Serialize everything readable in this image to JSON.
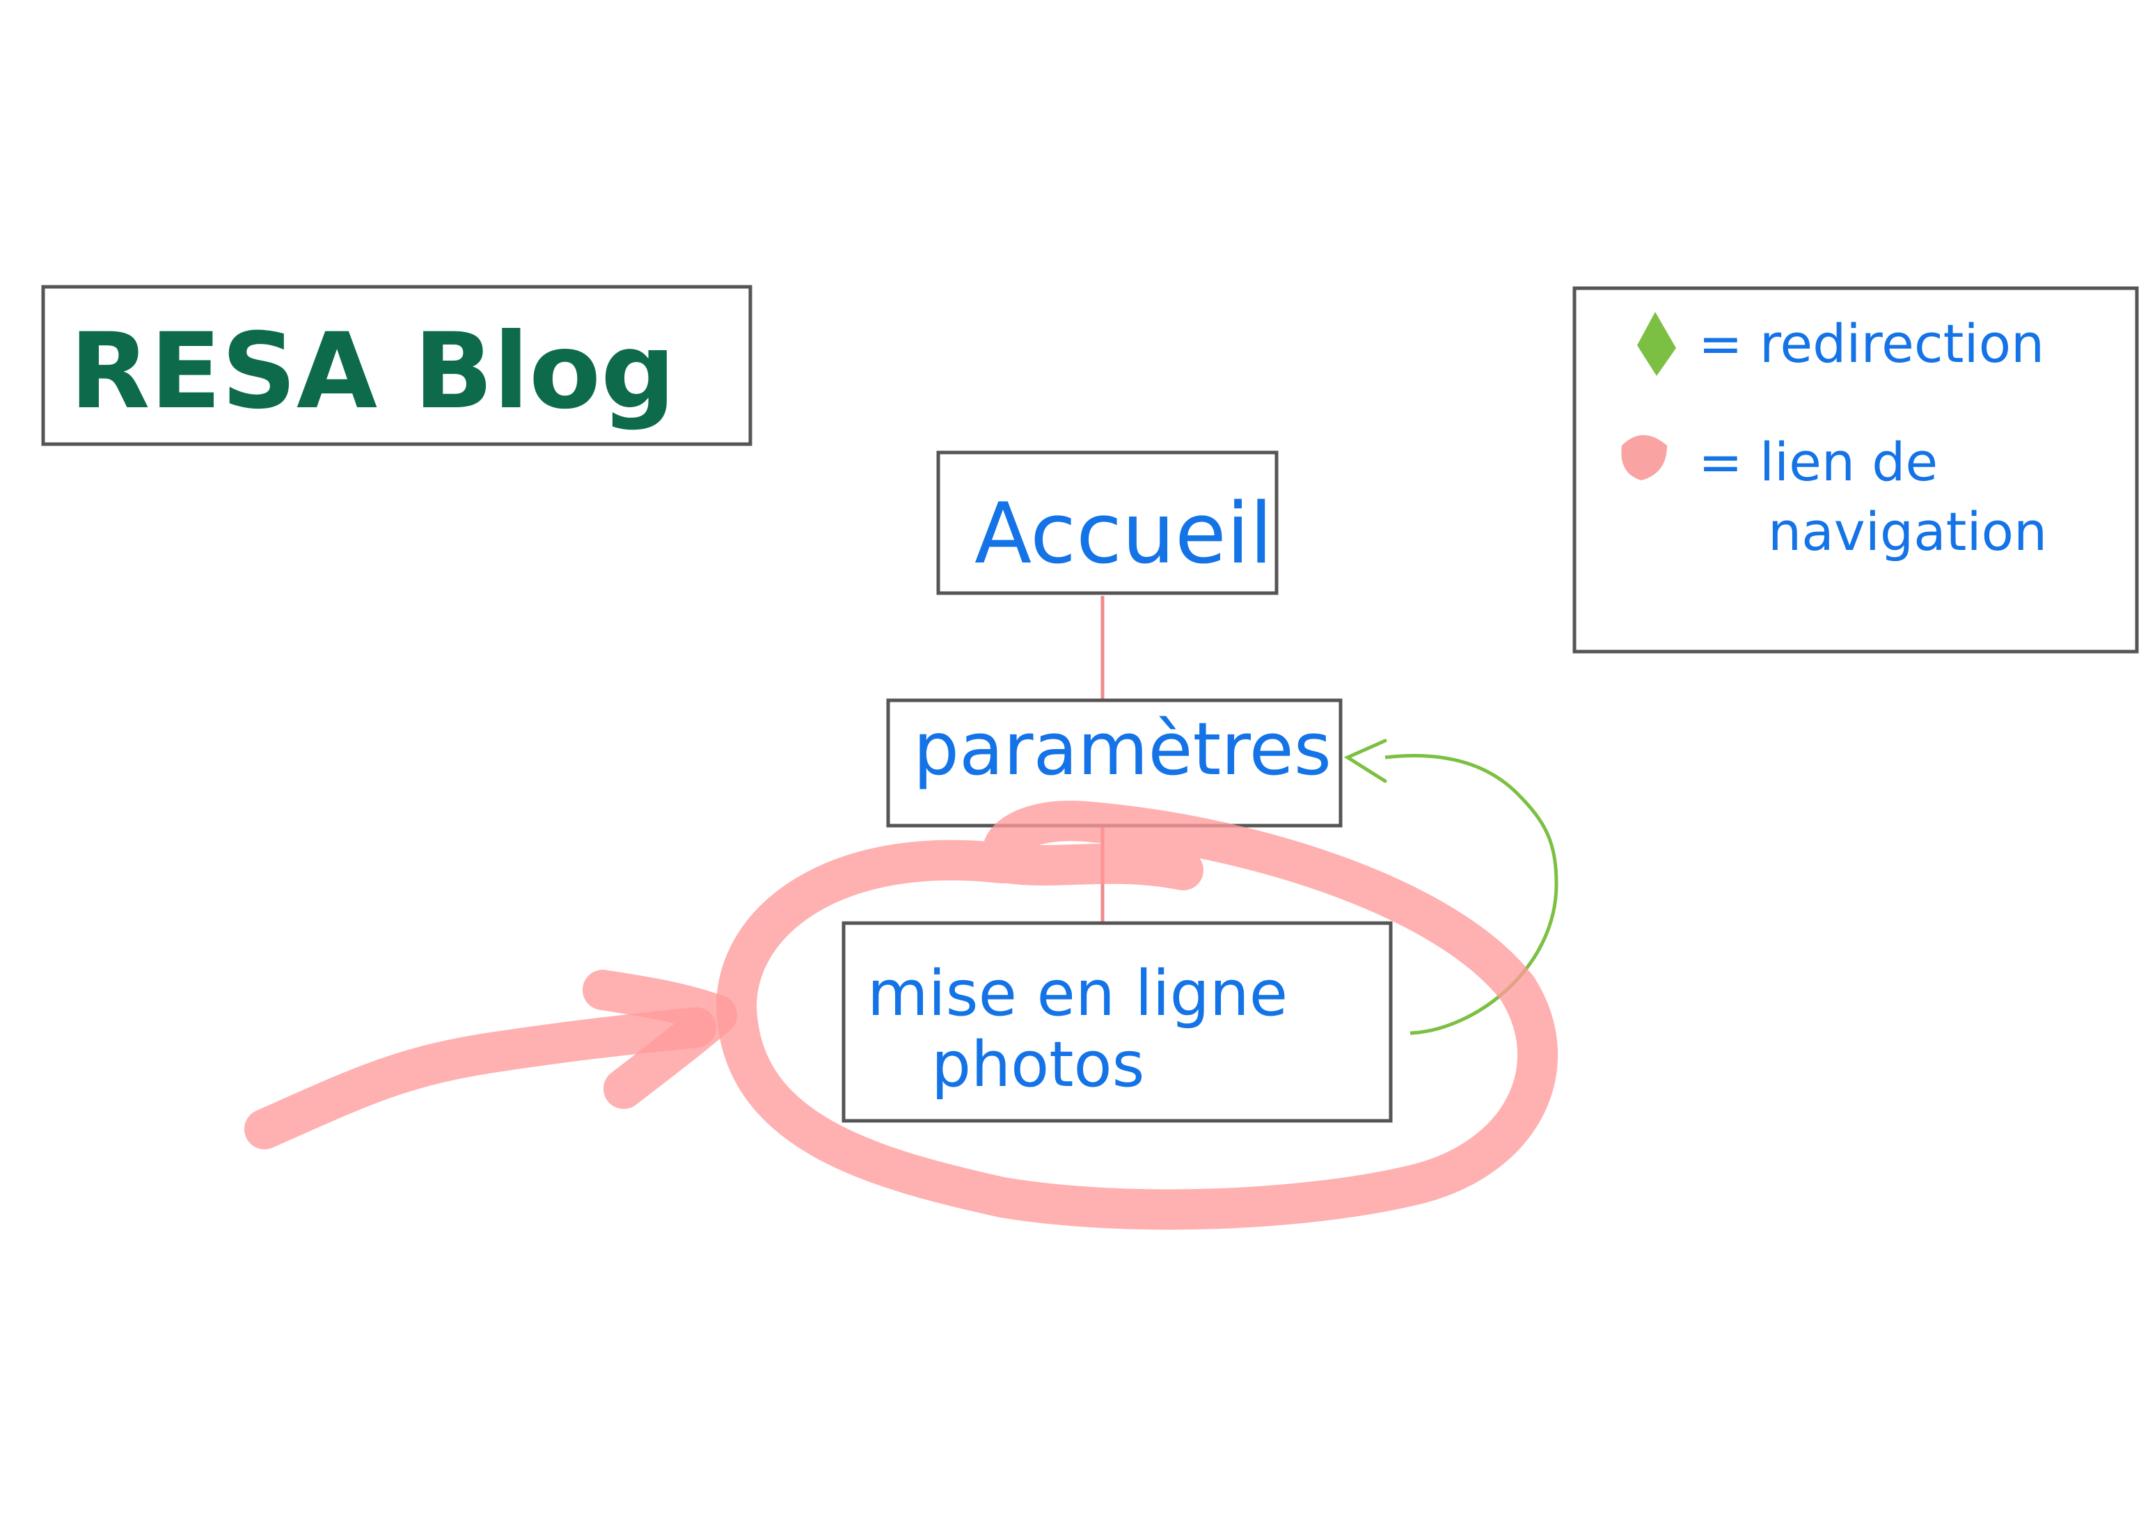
{
  "title": "RESA   Blog",
  "nodes": {
    "accueil": "Accueil",
    "parametres": "paramètres",
    "upload_line1": "mise  en  ligne",
    "upload_line2": "photos"
  },
  "legend": {
    "redirection": "=  redirection",
    "nav_line1": "=  lien  de",
    "nav_line2": "navigation"
  },
  "colors": {
    "ink": "#1473e6",
    "title": "#0d6b4c",
    "box": "#555555",
    "nav_link": "#f08b8b",
    "redirection": "#7cc043",
    "highlight": "#ff9a9a"
  }
}
